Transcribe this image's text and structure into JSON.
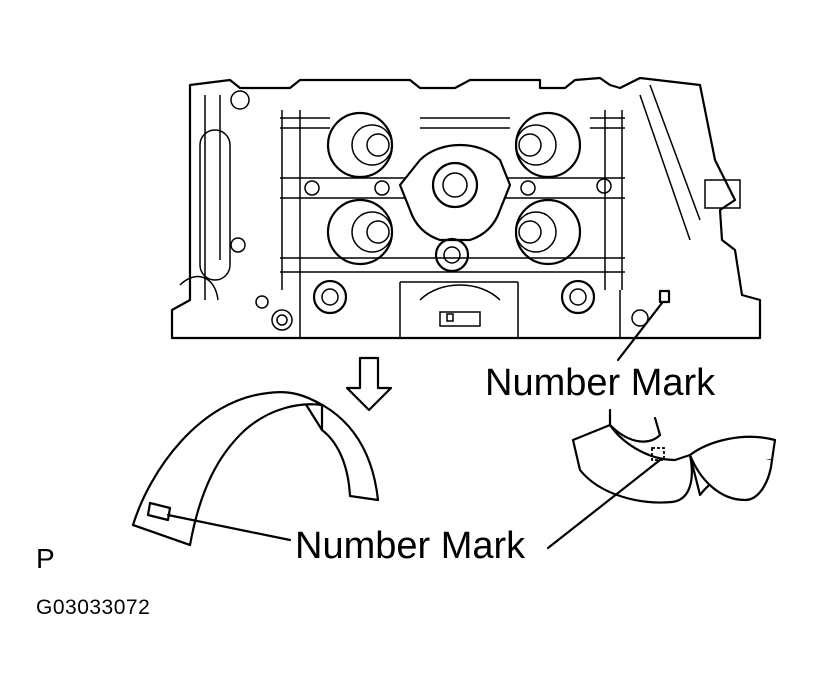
{
  "labels": {
    "number_mark_upper": "Number Mark",
    "number_mark_lower": "Number Mark",
    "page_letter": "P",
    "figure_code": "G03033072"
  },
  "colors": {
    "line": "#000000",
    "background": "#ffffff"
  },
  "icons": {
    "arrow": "down-arrow-icon"
  }
}
